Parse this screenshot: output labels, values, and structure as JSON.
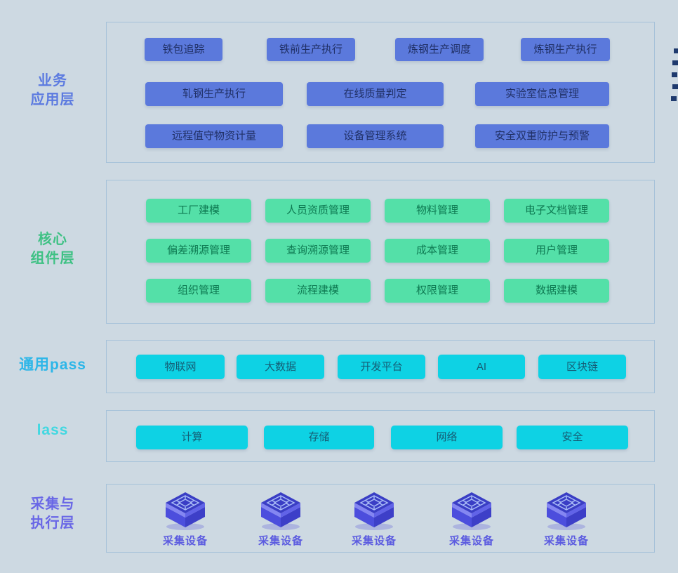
{
  "colors": {
    "background": "#cdd9e2",
    "box_border": "#a6c2d9",
    "business_button_bg": "#5b79dc",
    "business_button_text": "#203066",
    "core_button_bg": "#54e0a8",
    "core_button_text": "#0e7a52",
    "cloud_button_bg": "#0ed2e4",
    "cloud_button_text": "#155d75",
    "business_label": "#5b7ae0",
    "core_label": "#3ec184",
    "paas_label": "#2db6e8",
    "iaas_label": "#41d8e1",
    "device_label": "#6967e6",
    "dash_mark": "#1e3a6e",
    "cube_main": "#4c4edd"
  },
  "business": {
    "label_line1": "业务",
    "label_line2": "应用层",
    "row1": [
      "铁包追踪",
      "铁前生产执行",
      "炼钢生产调度",
      "炼钢生产执行"
    ],
    "row2": [
      "轧钢生产执行",
      "在线质量判定",
      "实验室信息管理"
    ],
    "row3": [
      "远程值守物资计量",
      "设备管理系统",
      "安全双重防护与预警"
    ]
  },
  "core": {
    "label_line1": "核心",
    "label_line2": "组件层",
    "row1": [
      "工厂建模",
      "人员资质管理",
      "物料管理",
      "电子文档管理"
    ],
    "row2": [
      "偏差溯源管理",
      "查询溯源管理",
      "成本管理",
      "用户管理"
    ],
    "row3": [
      "组织管理",
      "流程建模",
      "权限管理",
      "数据建模"
    ]
  },
  "paas": {
    "label": "通用pass",
    "buttons": [
      "物联网",
      "大数据",
      "开发平台",
      "AI",
      "区块链"
    ]
  },
  "iaas": {
    "label": "lass",
    "buttons": [
      "计算",
      "存储",
      "网络",
      "安全"
    ]
  },
  "device": {
    "label_line1": "采集与",
    "label_line2": "执行层",
    "items": [
      "采集设备",
      "采集设备",
      "采集设备",
      "采集设备",
      "采集设备"
    ]
  }
}
